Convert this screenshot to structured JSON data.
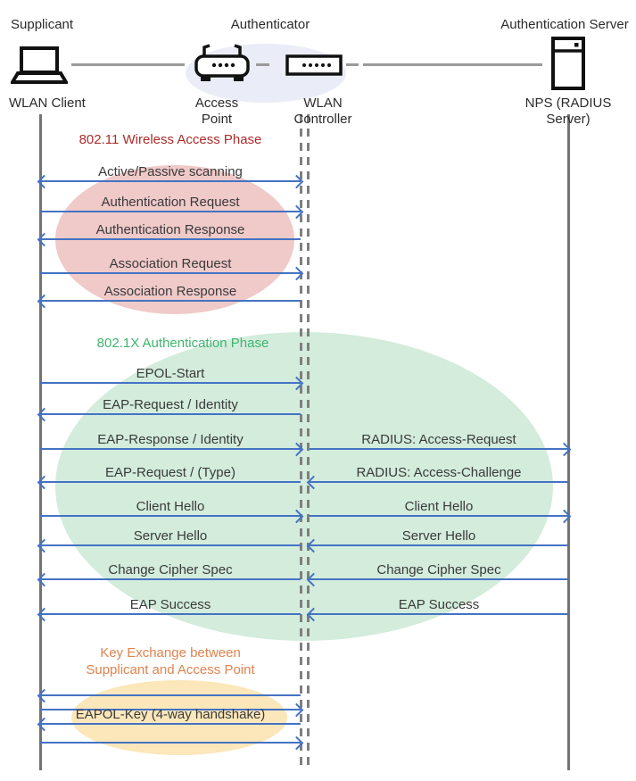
{
  "header": {
    "supplicant_role": "Supplicant",
    "authenticator_role": "Authenticator",
    "server_role": "Authentication Server",
    "supplicant_name": "WLAN Client",
    "ap_name": "Access Point",
    "controller_name": "WLAN Controller",
    "server_name": "NPS (RADIUS Server)"
  },
  "icons": {
    "supplicant": "laptop-icon",
    "access_point": "wireless-router-icon",
    "controller": "controller-box-icon",
    "server": "server-tower-icon"
  },
  "phases": {
    "wireless": {
      "title": "802.11 Wireless Access Phase"
    },
    "auth": {
      "title": "802.1X Authentication Phase"
    },
    "key": {
      "line1": "Key Exchange between",
      "line2": "Supplicant and Access Point"
    }
  },
  "colors": {
    "arrow": "#4473C4",
    "pink": "#F0C9C9",
    "green": "#D3ECDC",
    "yellow": "#FCE7BA",
    "blue_halo": "#EAEDF7",
    "red_text": "#AE2B2B",
    "green_text": "#3FB56E",
    "orange_text": "#E0834E"
  },
  "messages": {
    "left": [
      {
        "label": "Active/Passive scanning",
        "direction": "both"
      },
      {
        "label": "Authentication Request",
        "direction": "right"
      },
      {
        "label": "Authentication Response",
        "direction": "left"
      },
      {
        "label": "Association Request",
        "direction": "right"
      },
      {
        "label": "Association Response",
        "direction": "left"
      },
      {
        "label": "EPOL-Start",
        "direction": "right"
      },
      {
        "label": "EAP-Request / Identity",
        "direction": "left"
      },
      {
        "label": "EAP-Response / Identity",
        "direction": "right"
      },
      {
        "label": "EAP-Request / (Type)",
        "direction": "left"
      },
      {
        "label": "Client Hello",
        "direction": "right"
      },
      {
        "label": "Server Hello",
        "direction": "left"
      },
      {
        "label": "Change Cipher Spec",
        "direction": "left"
      },
      {
        "label": "EAP Success",
        "direction": "left"
      },
      {
        "label": "",
        "direction": "left"
      },
      {
        "label": "",
        "direction": "right"
      },
      {
        "label": "EAPOL-Key (4-way handshake)",
        "direction": "left"
      },
      {
        "label": "",
        "direction": "right"
      }
    ],
    "right": [
      {
        "label": "RADIUS: Access-Request",
        "direction": "right"
      },
      {
        "label": "RADIUS: Access-Challenge",
        "direction": "left"
      },
      {
        "label": "Client Hello",
        "direction": "right"
      },
      {
        "label": "Server Hello",
        "direction": "left"
      },
      {
        "label": "Change Cipher Spec",
        "direction": "left"
      },
      {
        "label": "EAP Success",
        "direction": "left"
      }
    ]
  }
}
